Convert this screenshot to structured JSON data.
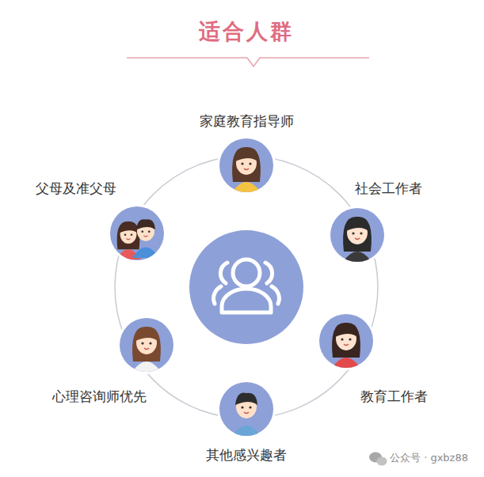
{
  "diagram": {
    "title": "适合人群",
    "nodes": [
      {
        "text": [
          "家庭教育指导师"
        ]
      },
      {
        "text": [
          "父母及准父母"
        ]
      },
      {
        "text": [
          "社会工作者"
        ]
      },
      {
        "text": [
          "心理咨询师优先"
        ]
      },
      {
        "text": [
          "教育工作者"
        ]
      },
      {
        "text": [
          "其他感兴趣者"
        ]
      }
    ],
    "labels": [
      "公众号 · gxbz88"
    ]
  }
}
